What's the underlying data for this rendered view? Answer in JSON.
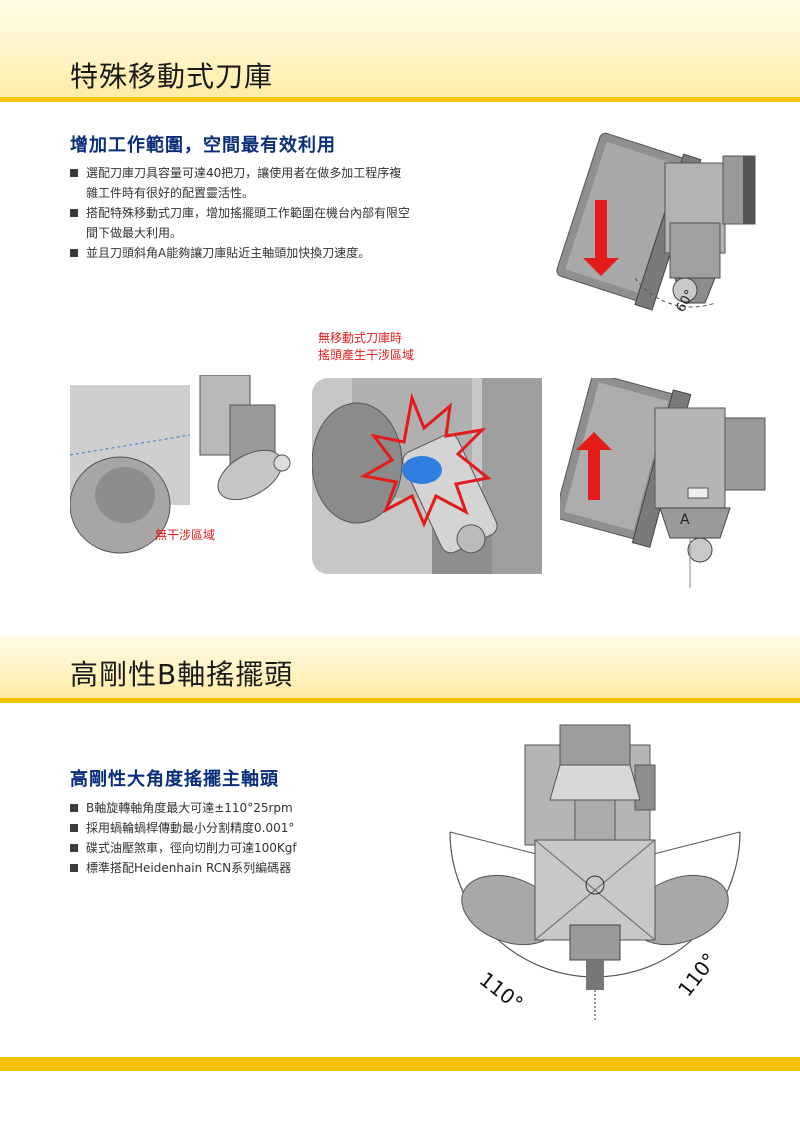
{
  "section1": {
    "title": "特殊移動式刀庫",
    "subtitle": "增加工作範圍，空間最有效利用",
    "bullets": [
      "選配刀庫刀具容量可達40把刀，讓使用者在做多加工程序複雜工件時有很好的配置靈活性。",
      "搭配特殊移動式刀庫，增加搖擺頭工作範圍在機台內部有限空間下做最大利用。",
      "並且刀頭斜角A能夠讓刀庫貼近主軸頭加快換刀速度。"
    ],
    "labels": {
      "interference_title_line1": "無移動式刀庫時",
      "interference_title_line2": "搖頭產生干涉區域",
      "no_interference": "無干涉區域",
      "angle_top": "60°",
      "angle_a": "A"
    }
  },
  "section2": {
    "title": "高剛性B軸搖擺頭",
    "subtitle": "高剛性大角度搖擺主軸頭",
    "bullets": [
      "B軸旋轉軸角度最大可達±110°25rpm",
      "採用蝸輪蝸桿傳動最小分割精度0.001°",
      "碟式油壓煞車，徑向切削力可達100Kgf",
      "標準搭配Heidenhain RCN系列編碼器"
    ],
    "labels": {
      "angle_left": "110°",
      "angle_right": "110°"
    }
  },
  "colors": {
    "accent_yellow": "#f5c400",
    "subtitle_blue": "#0a2f7a",
    "warning_red": "#e31b1b"
  }
}
